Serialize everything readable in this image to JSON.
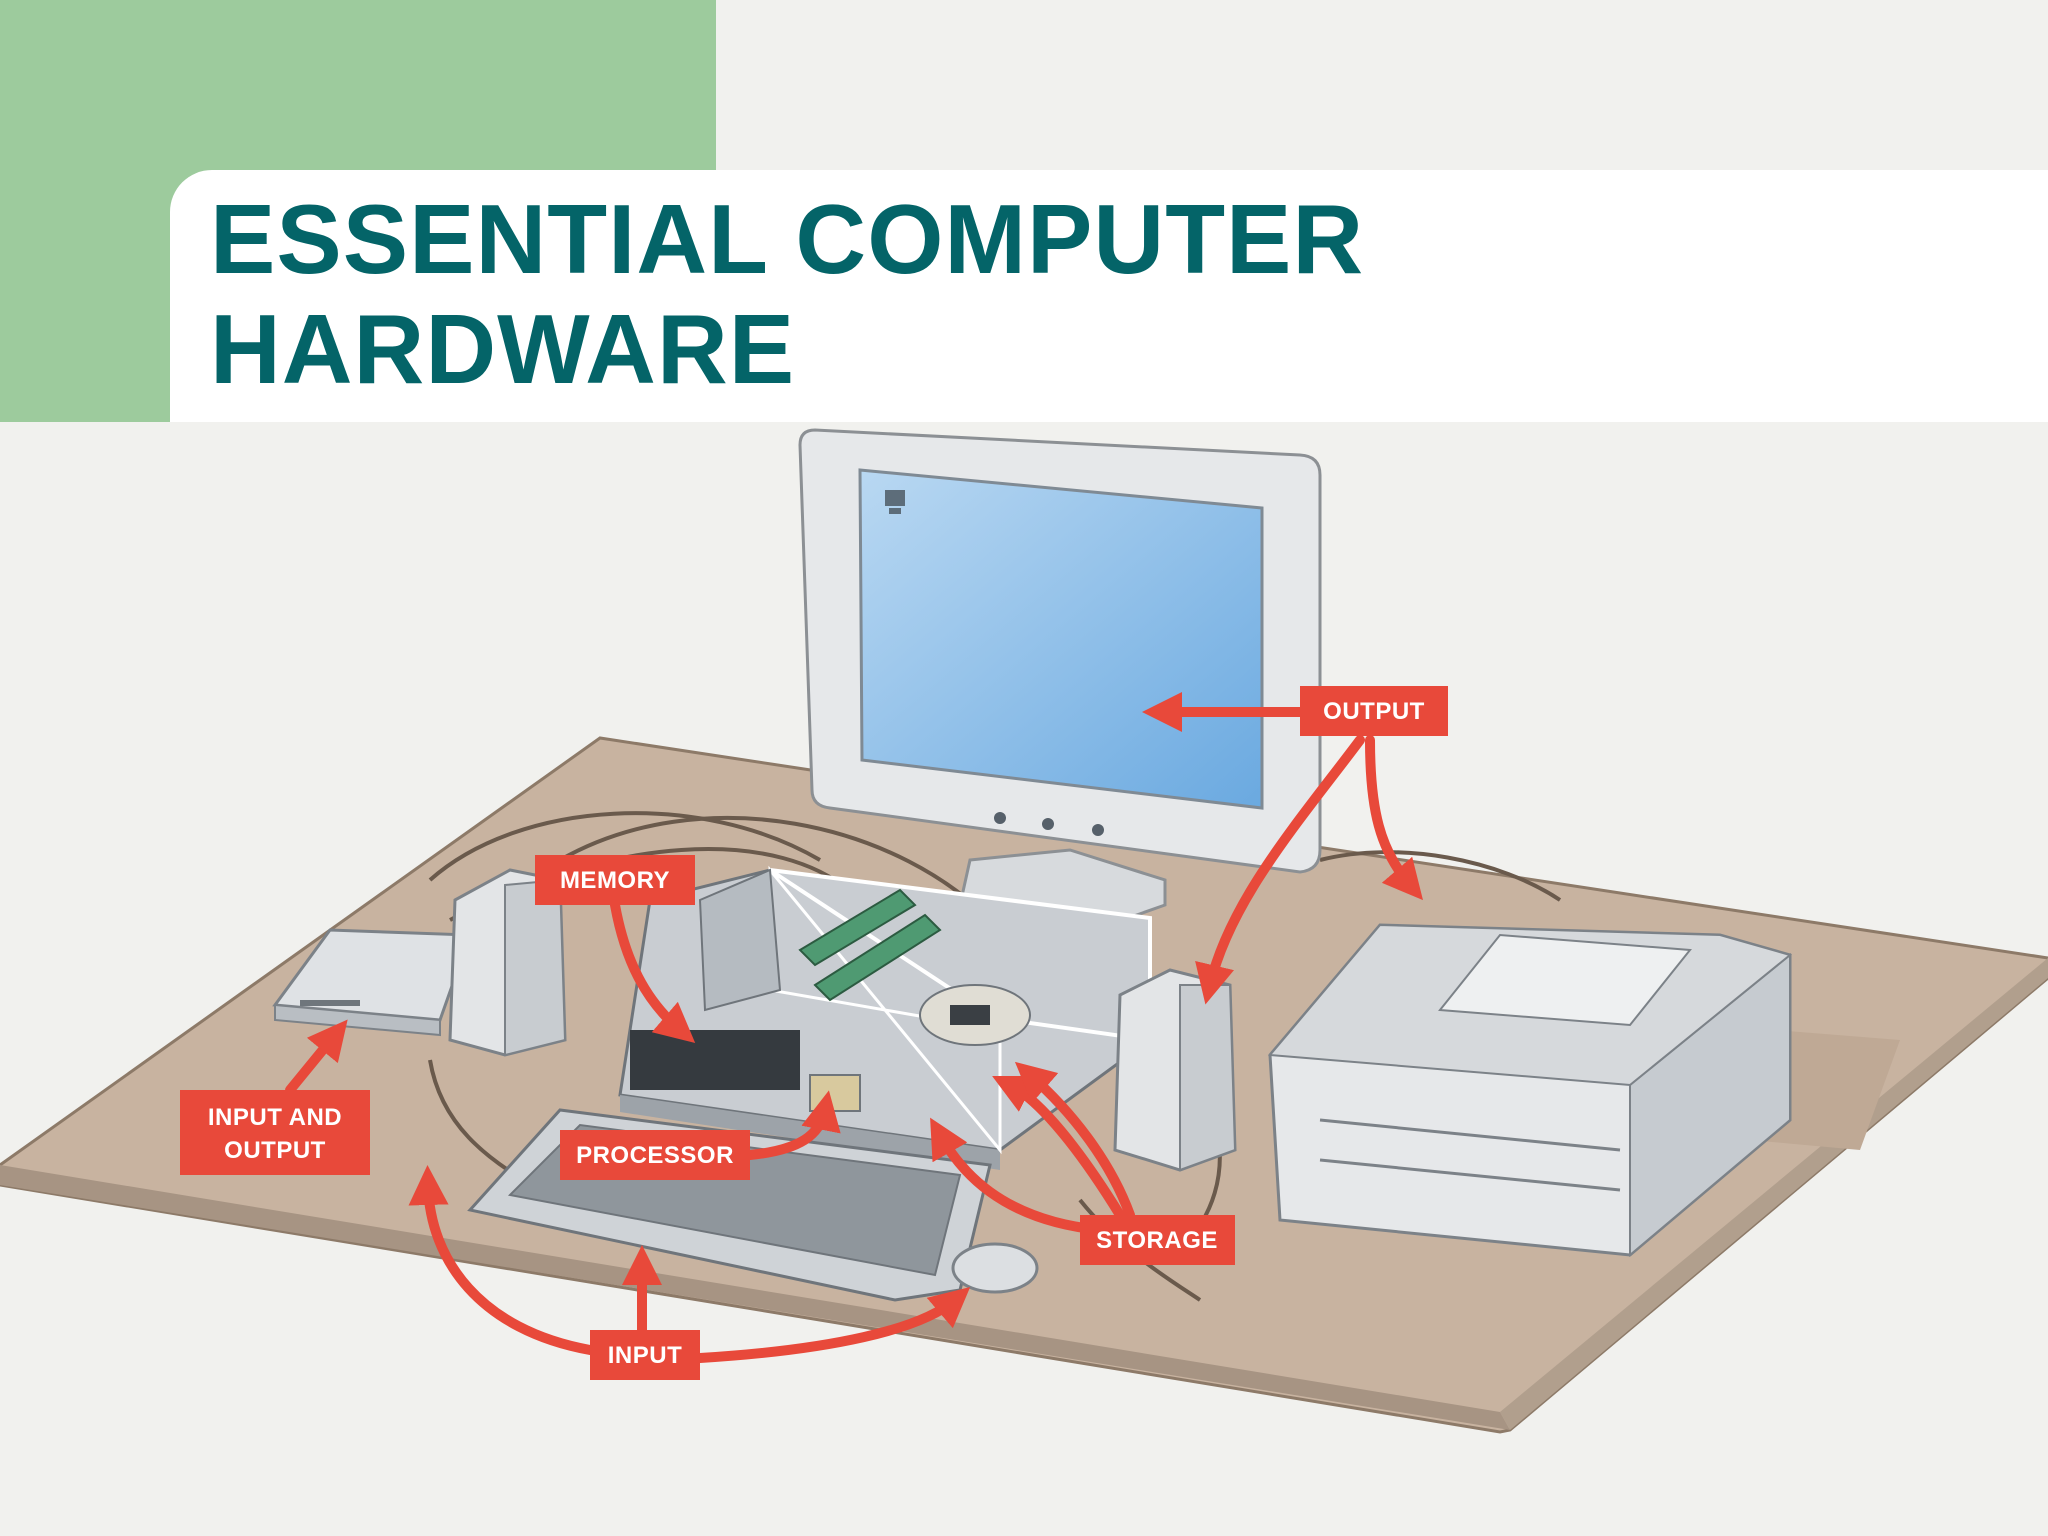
{
  "slide": {
    "title_line1": "ESSENTIAL COMPUTER",
    "title_line2": "HARDWARE"
  },
  "labels": {
    "output": "OUTPUT",
    "memory": "MEMORY",
    "processor": "PROCESSOR",
    "storage": "STORAGE",
    "input": "INPUT",
    "input_and_output_line1": "INPUT AND",
    "input_and_output_line2": "OUTPUT"
  },
  "colors": {
    "accent_green": "#9dcb9d",
    "title_teal": "#046468",
    "callout_red": "#e8493a",
    "desk_tan": "#c8b3a0",
    "screen_blue": "#8cbde8"
  }
}
